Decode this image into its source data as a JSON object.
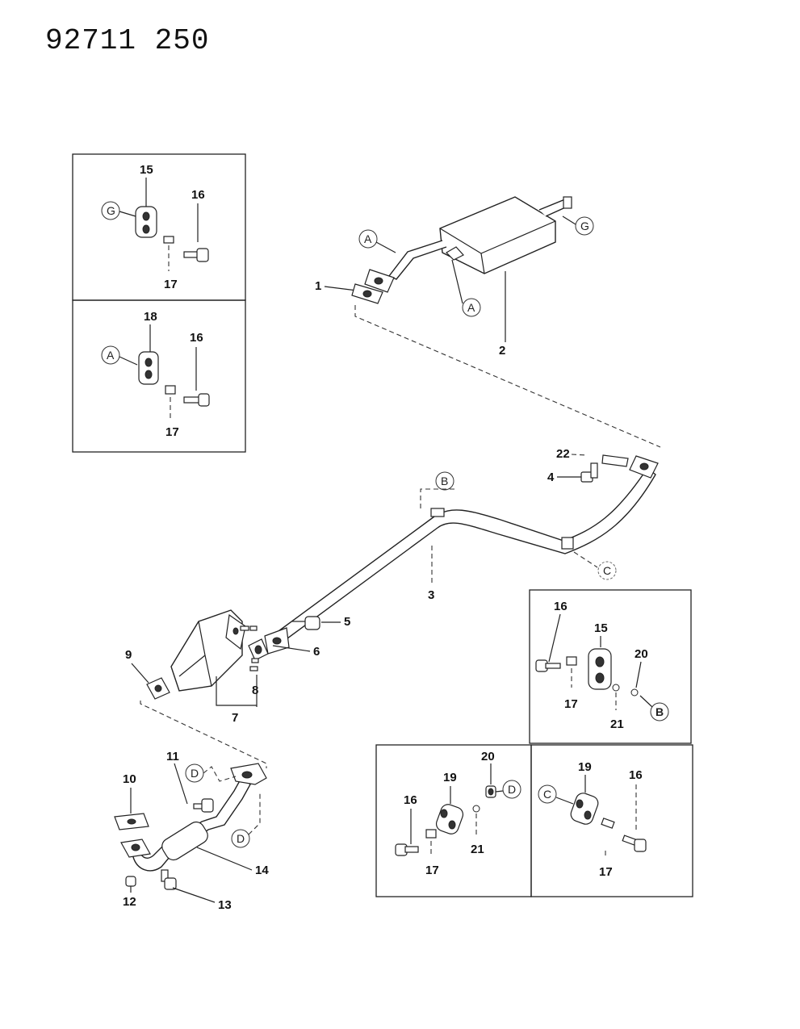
{
  "header": {
    "part_number": "92711 250"
  },
  "callouts": {
    "c1": "1",
    "c2": "2",
    "c3": "3",
    "c4": "4",
    "c5": "5",
    "c6": "6",
    "c7": "7",
    "c8": "8",
    "c9": "9",
    "c10": "10",
    "c11": "11",
    "c12": "12",
    "c13": "13",
    "c14": "14",
    "c15a": "15",
    "c15b": "15",
    "c16a": "16",
    "c16b": "16",
    "c16c": "16",
    "c16d": "16",
    "c16e": "16",
    "c17a": "17",
    "c17b": "17",
    "c17c": "17",
    "c17d": "17",
    "c17e": "17",
    "c18": "18",
    "c19a": "19",
    "c19b": "19",
    "c20a": "20",
    "c20b": "20",
    "c21a": "21",
    "c21b": "21",
    "c22": "22"
  },
  "refs": {
    "G_main": "G",
    "A_main1": "A",
    "A_main2": "A",
    "B_main": "B",
    "C_main": "C",
    "D_main1": "D",
    "D_main2": "D",
    "G_inset": "G",
    "A_inset": "A",
    "B_inset": "B",
    "D_inset": "D",
    "C_inset": "C"
  }
}
